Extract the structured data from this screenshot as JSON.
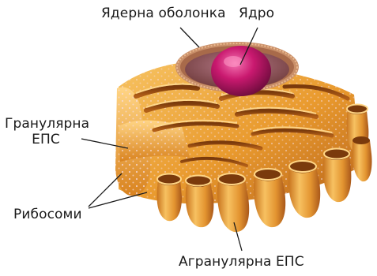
{
  "labels": {
    "nuclear_envelope": "Ядерна оболонка",
    "nucleus": "Ядро",
    "rough_er_line1": "Гранулярна",
    "rough_er_line2": "ЕПС",
    "ribosomes": "Рибосоми",
    "smooth_er": "Агранулярна ЕПС"
  },
  "colors": {
    "er_light": "#f6bd55",
    "er_mid": "#e99a2e",
    "er_dark": "#b8641a",
    "er_shadow": "#8a4510",
    "nucleus_core": "#c2186b",
    "nucleus_highlight": "#f06aa8",
    "envelope": "#c98f69",
    "ribosome": "#f3d7de",
    "leader_line": "#1a1a1a"
  }
}
